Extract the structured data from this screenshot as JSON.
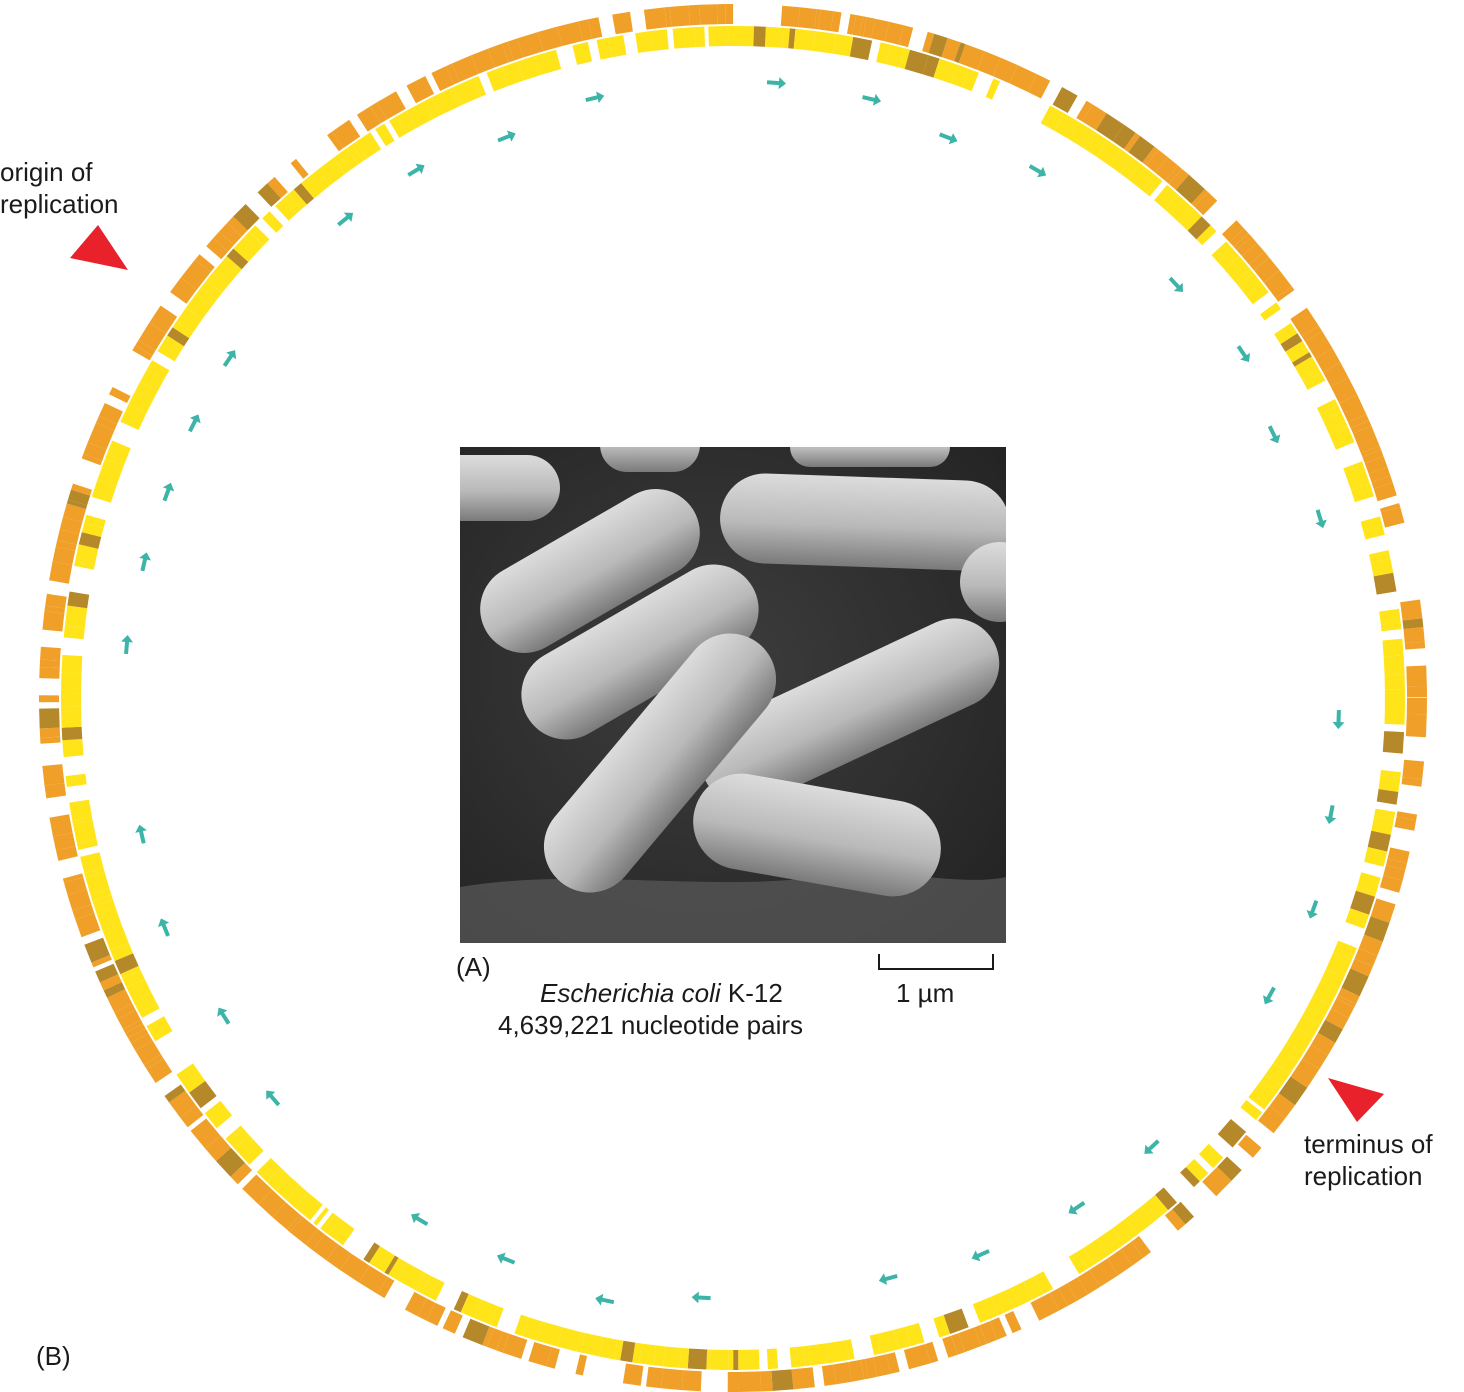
{
  "panel_labels": {
    "a": "(A)",
    "b": "(B)"
  },
  "origin_label": [
    "origin of",
    "replication"
  ],
  "terminus_label": [
    "terminus of",
    "replication"
  ],
  "organism": {
    "species": "Escherichia coli",
    "strain": "K-12"
  },
  "genome_size": "4,639,221 nucleotide pairs",
  "scale_bar": "1 µm",
  "colors": {
    "outer_genes": "#f0a028",
    "inner_genes": "#ffe41a",
    "rna_genes": "#3cb4a8",
    "markers": "#e8212b"
  }
}
